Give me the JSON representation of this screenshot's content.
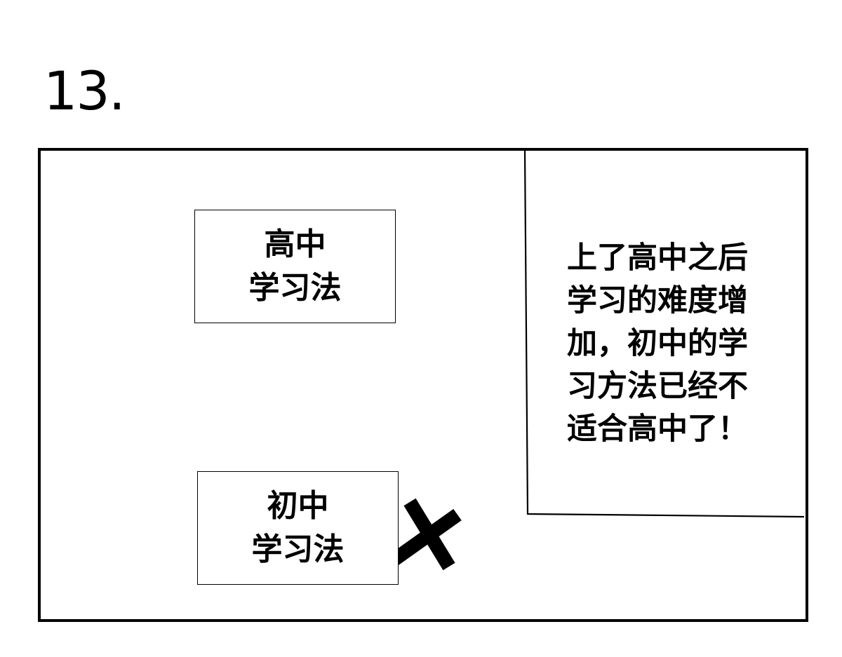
{
  "page_number": "13.",
  "frame": {
    "high_school_box": {
      "lines": [
        "高中",
        "学习法"
      ]
    },
    "middle_school_box": {
      "lines": [
        "初中",
        "学习法"
      ]
    },
    "cross_mark": "cross-icon",
    "caption": {
      "lines": [
        "上了高中之后",
        "学习的难度增",
        "加，初中的学",
        "习方法已经不",
        "适合高中了！"
      ]
    }
  },
  "colors": {
    "ink": "#000000",
    "paper": "#ffffff"
  }
}
